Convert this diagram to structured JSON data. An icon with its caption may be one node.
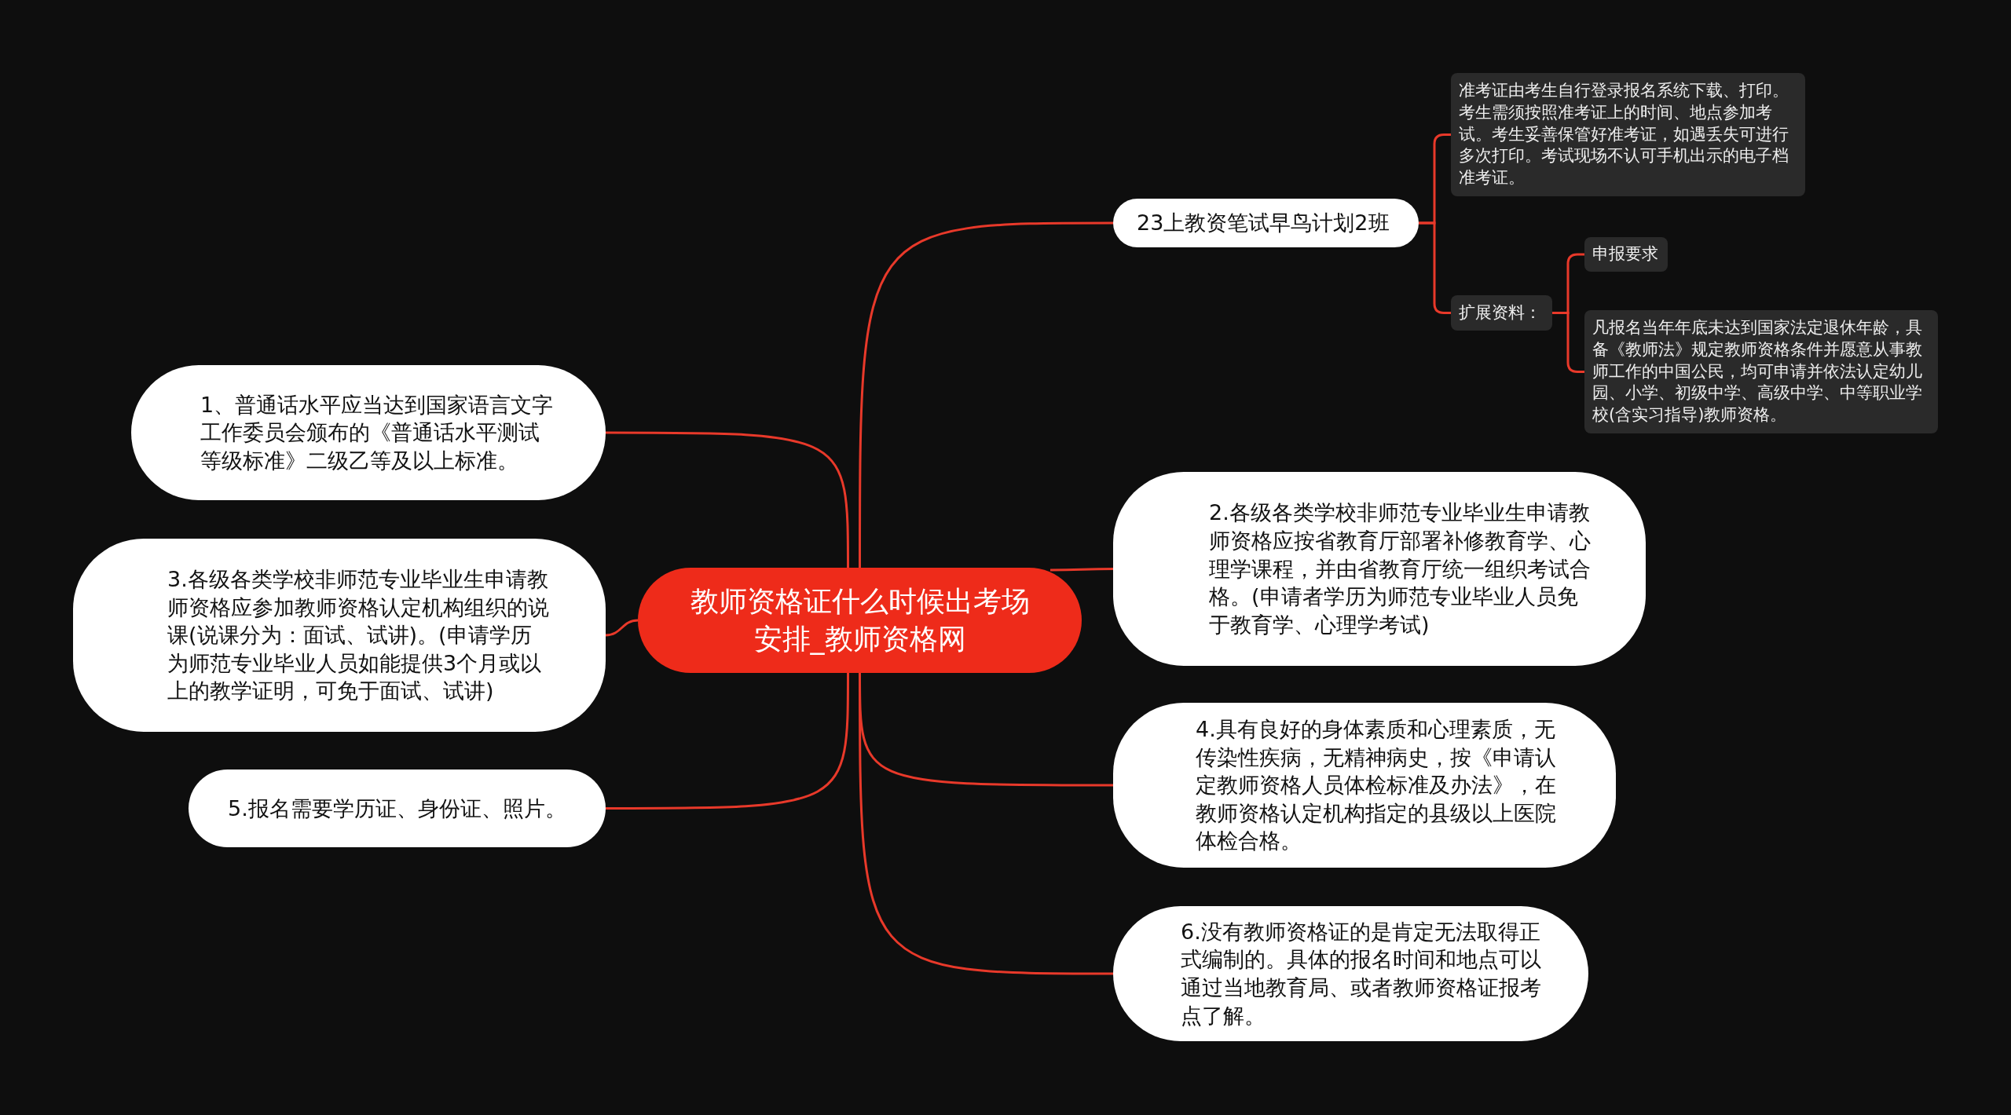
{
  "diagram": {
    "nodes": [
      {
        "text": [
          "教师资格证什么时候出考场安排_教师资格网"
        ]
      },
      {
        "text": [
          "23上教资笔试早鸟计划2班"
        ]
      },
      {
        "text": [
          "准考证由考生自行登录报名系统下载、打印。考生需须按照准考证上的时间、地点参加考试。考生妥善保管好准考证，如遇丢失可进行多次打印。考试现场不认可手机出示的电子档准考证。"
        ]
      },
      {
        "text": [
          "扩展资料："
        ]
      },
      {
        "text": [
          "申报要求"
        ]
      },
      {
        "text": [
          "凡报名当年年底未达到国家法定退休年龄，具备《教师法》规定教师资格条件并愿意从事教师工作的中国公民，均可申请并依法认定幼儿园、小学、初级中学、高级中学、中等职业学校(含实习指导)教师资格。"
        ]
      },
      {
        "text": [
          "1、普通话水平应当达到国家语言文字工作委员会颁布的《普通话水平测试等级标准》二级乙等及以上标准。"
        ]
      },
      {
        "text": [
          "2.各级各类学校非师范专业毕业生申请教师资格应按省教育厅部署补修教育学、心理学课程，并由省教育厅统一组织考试合格。(申请者学历为师范专业毕业人员免于教育学、心理学考试)"
        ]
      },
      {
        "text": [
          "3.各级各类学校非师范专业毕业生申请教师资格应参加教师资格认定机构组织的说课(说课分为：面试、试讲)。(申请学历为师范专业毕业人员如能提供3个月或以上的教学证明，可免于面试、试讲)"
        ]
      },
      {
        "text": [
          "4.具有良好的身体素质和心理素质，无传染性疾病，无精神病史，按《申请认定教师资格人员体检标准及办法》，在教师资格认定机构指定的县级以上医院体检合格。"
        ]
      },
      {
        "text": [
          "5.报名需要学历证、身份证、照片。"
        ]
      },
      {
        "text": [
          "6.没有教师资格证的是肯定无法取得正式编制的。具体的报名时间和地点可以通过当地教育局、或者教师资格证报考点了解。"
        ]
      }
    ],
    "edges": [
      {
        "from": 0,
        "to": 1,
        "arrow": "none"
      },
      {
        "from": 1,
        "to": 2,
        "arrow": "none"
      },
      {
        "from": 1,
        "to": 3,
        "arrow": "none"
      },
      {
        "from": 3,
        "to": 4,
        "arrow": "none"
      },
      {
        "from": 3,
        "to": 5,
        "arrow": "none"
      },
      {
        "from": 0,
        "to": 6,
        "arrow": "none"
      },
      {
        "from": 0,
        "to": 7,
        "arrow": "none"
      },
      {
        "from": 0,
        "to": 8,
        "arrow": "none"
      },
      {
        "from": 0,
        "to": 9,
        "arrow": "none"
      },
      {
        "from": 0,
        "to": 10,
        "arrow": "none"
      },
      {
        "from": 0,
        "to": 11,
        "arrow": "none"
      }
    ]
  }
}
